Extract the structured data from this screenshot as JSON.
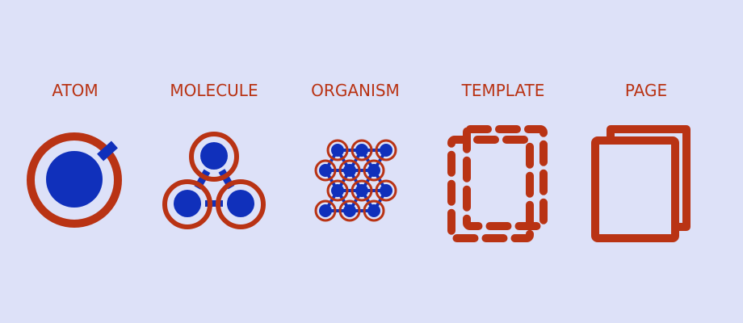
{
  "colors": {
    "background": "#dde1f8",
    "accent_red": "#b93314",
    "accent_blue": "#1030bb"
  },
  "stages": [
    {
      "label": "ATOM",
      "icon": "atom-icon"
    },
    {
      "label": "MOLECULE",
      "icon": "molecule-icon"
    },
    {
      "label": "ORGANISM",
      "icon": "organism-icon"
    },
    {
      "label": "TEMPLATE",
      "icon": "template-icon"
    },
    {
      "label": "PAGE",
      "icon": "page-icon"
    }
  ]
}
